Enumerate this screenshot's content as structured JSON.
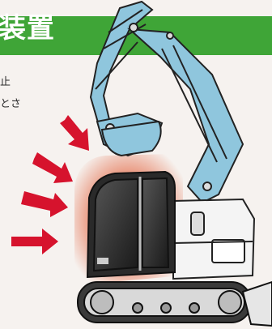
{
  "banner": {
    "title_fragment": "装置",
    "color": "#3fa537"
  },
  "text": {
    "line1": "止",
    "line2": "とさ"
  },
  "illustration": {
    "subject": "excavator-with-cab-guard",
    "boom_color": "#8fc6dd",
    "arrow_color": "#d6132d",
    "glow_color": "#e0522a",
    "arrow_count": 4
  }
}
